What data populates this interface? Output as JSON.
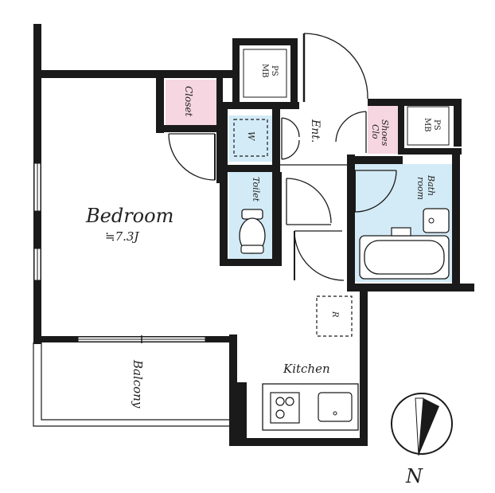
{
  "rooms": {
    "bedroom": {
      "label": "Bedroom",
      "size": "≒7.3J"
    },
    "balcony": {
      "label": "Balcony"
    },
    "kitchen": {
      "label": "Kitchen"
    },
    "closet": {
      "label": "Closet"
    },
    "entrance": {
      "label": "Ent."
    },
    "shoes_closet": {
      "label_line1": "Shoes",
      "label_line2": "Clo"
    },
    "ps_mb_top": {
      "label_line1": "PS",
      "label_line2": "MB"
    },
    "ps_mb_right": {
      "label_line1": "PS",
      "label_line2": "MB"
    },
    "washer": {
      "label": "W"
    },
    "toilet": {
      "label": "Toilet"
    },
    "bathroom": {
      "label_line1": "Bath",
      "label_line2": "room"
    },
    "fridge": {
      "label": "R"
    }
  },
  "compass": {
    "label": "N"
  },
  "colors": {
    "wall": "#1a1a1a",
    "pink_storage": "#f6d6e0",
    "blue_wet": "#d3ebf6"
  }
}
